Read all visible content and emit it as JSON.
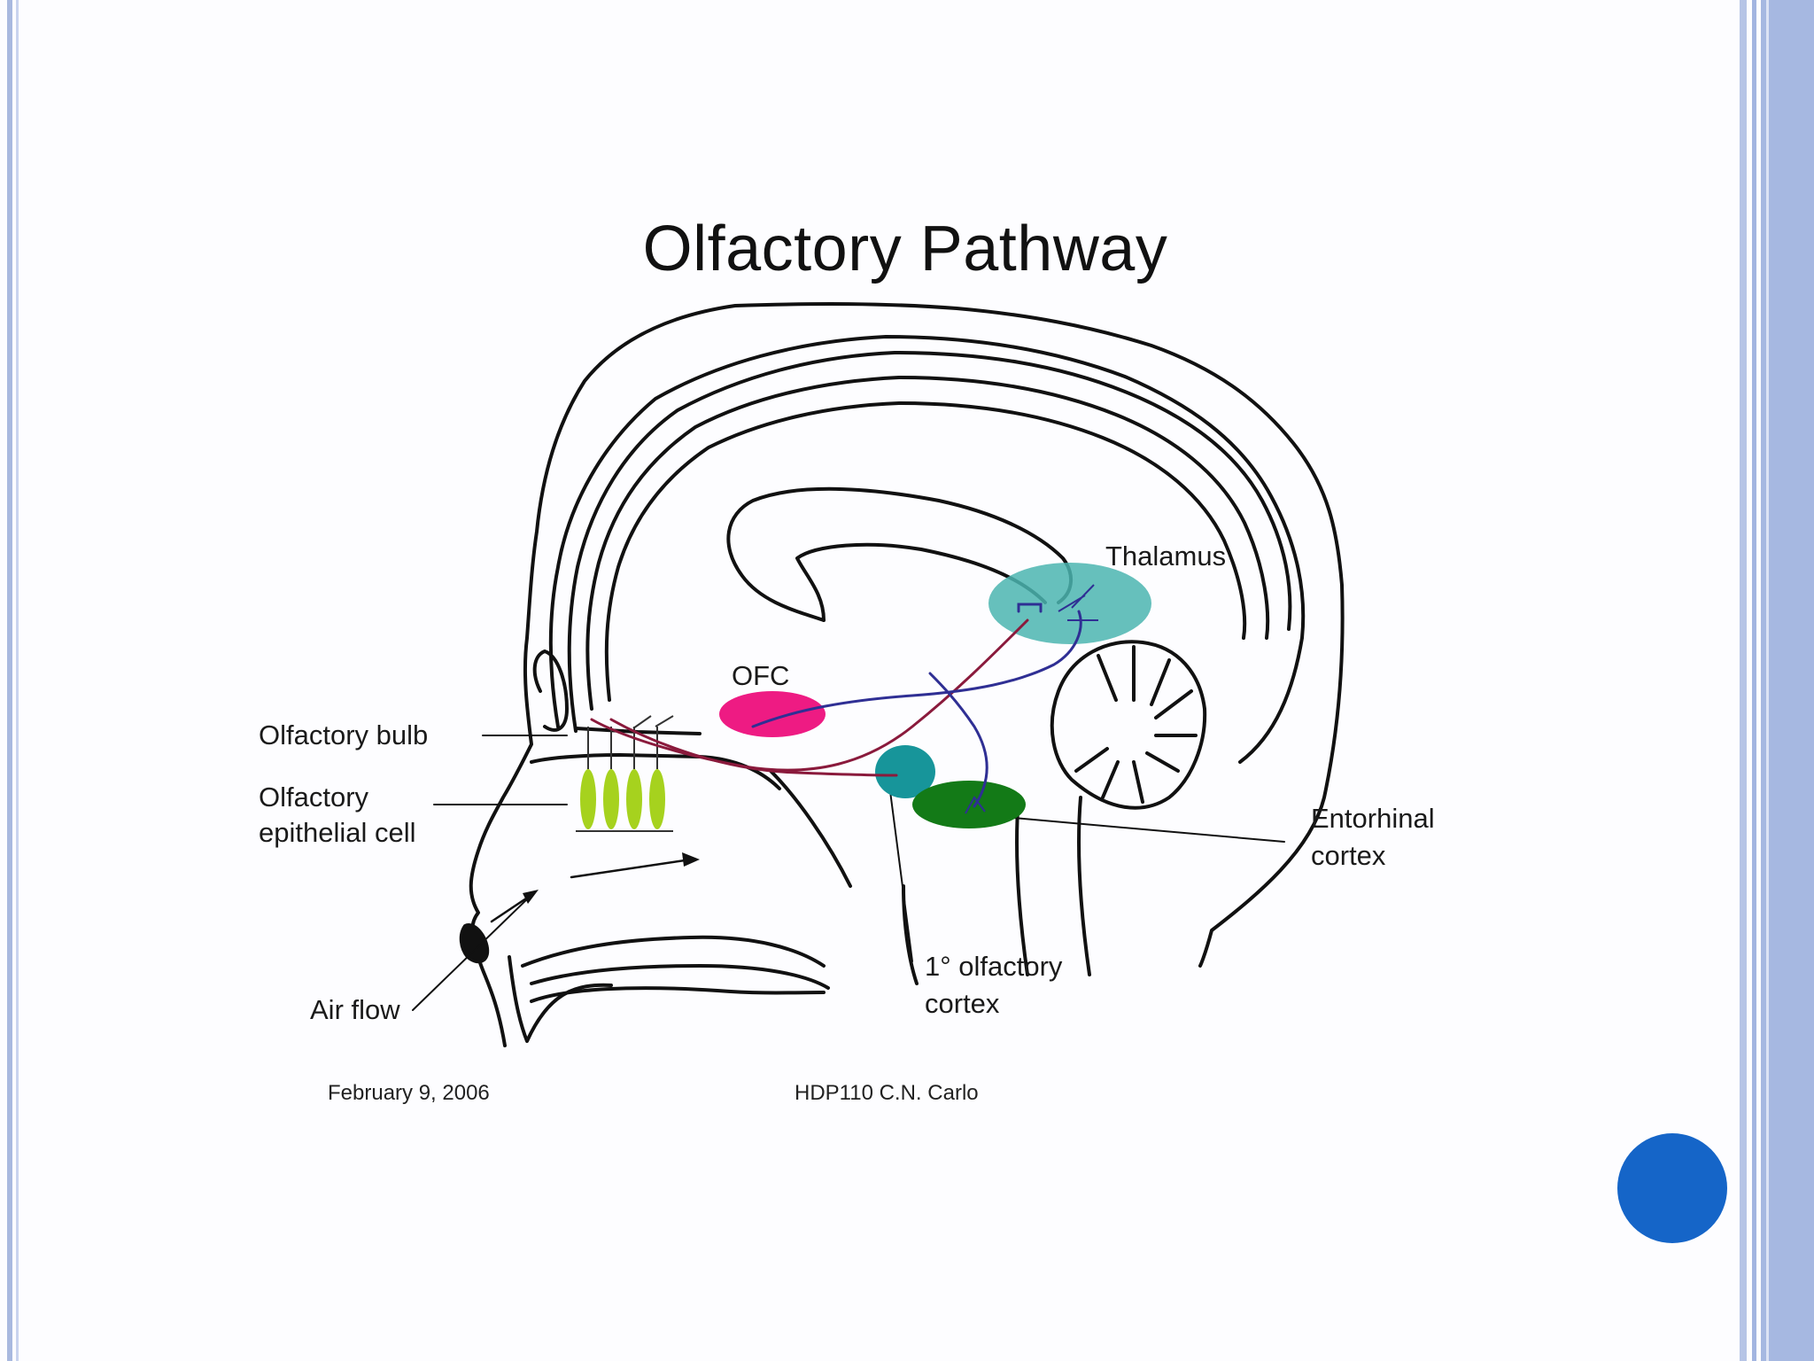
{
  "slide": {
    "title": "Olfactory Pathway",
    "accent_color": "#1565c8",
    "border_color": "#a6b8e1"
  },
  "labels": {
    "thalamus": "Thalamus",
    "ofc": "OFC",
    "olfactory_bulb": "Olfactory bulb",
    "olfactory_epithelial_line1": "Olfactory",
    "olfactory_epithelial_line2": "epithelial cell",
    "entorhinal_line1": "Entorhinal",
    "entorhinal_line2": "cortex",
    "primary_cortex_line1": "1° olfactory",
    "primary_cortex_line2": "cortex",
    "air_flow": "Air flow"
  },
  "regions": {
    "thalamus_color": "#4bb5b0",
    "ofc_color": "#ee1b83",
    "primary_cortex_color": "#17959a",
    "entorhinal_color": "#137a17",
    "epithelial_color": "#a6d21e",
    "pathway_blue": "#2f2f94",
    "pathway_maroon": "#8a1a3c"
  },
  "footer": {
    "date": "February 9, 2006",
    "course": "HDP110 C.N. Carlo"
  }
}
